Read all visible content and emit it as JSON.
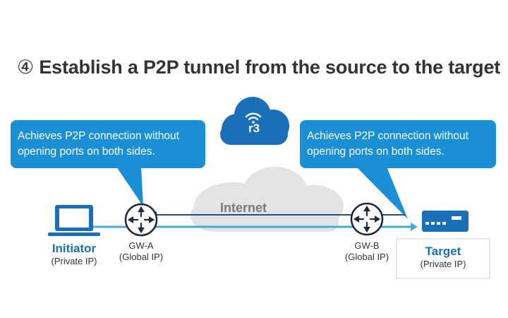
{
  "title": {
    "number": "④",
    "text": "Establish a P2P tunnel from the source to the target"
  },
  "callouts": {
    "left": {
      "line1": "Achieves P2P connection without",
      "line2": "opening ports on both sides."
    },
    "right": {
      "line1": "Achieves P2P connection without",
      "line2": "opening ports on both sides."
    }
  },
  "cloud_logo": "r3",
  "internet_label": "Internet",
  "nodes": {
    "initiator": {
      "name": "Initiator",
      "sub": "(Private IP)"
    },
    "gw_a": {
      "name": "GW-A",
      "sub": "(Global IP)"
    },
    "gw_b": {
      "name": "GW-B",
      "sub": "(Global IP)"
    },
    "target": {
      "name": "Target",
      "sub": "(Private IP)"
    }
  },
  "colors": {
    "callout": "#1a8fd6",
    "brand_blue": "#1a6fb8",
    "dark_blue": "#1f4e96",
    "tunnel": "#3aa0dc",
    "cloud": "#e2e2e2"
  },
  "icons": [
    "laptop-icon",
    "router-icon",
    "router-icon",
    "device-icon",
    "cloud-wifi-icon"
  ]
}
